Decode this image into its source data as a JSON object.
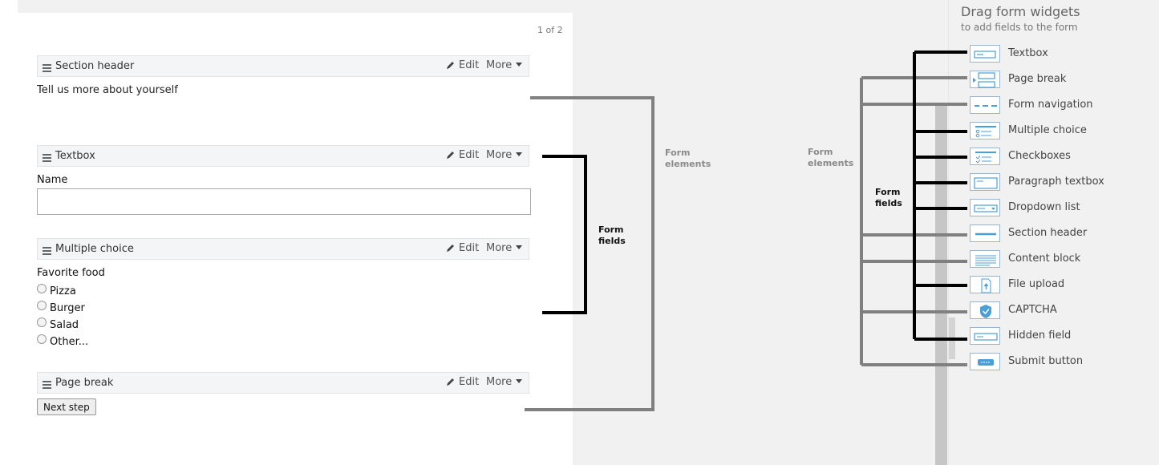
{
  "pager": "1 of 2",
  "fields": [
    {
      "title": "Section header",
      "edit": "Edit",
      "more": "More"
    },
    {
      "title": "Textbox",
      "edit": "Edit",
      "more": "More"
    },
    {
      "title": "Multiple choice",
      "edit": "Edit",
      "more": "More"
    },
    {
      "title": "Page break",
      "edit": "Edit",
      "more": "More"
    }
  ],
  "section_text": "Tell us more about yourself",
  "textbox": {
    "label": "Name",
    "value": "",
    "placeholder": ""
  },
  "multiple_choice": {
    "label": "Favorite food",
    "options": [
      "Pizza",
      "Burger",
      "Salad",
      "Other..."
    ]
  },
  "next_step_label": "Next step",
  "annotations": {
    "form_elements_left": [
      "Form",
      "elements"
    ],
    "form_fields_left": [
      "Form",
      "fields"
    ],
    "form_elements_right": [
      "Form",
      "elements"
    ],
    "form_fields_right": [
      "Form",
      "fields"
    ]
  },
  "palette": {
    "title": "Drag form widgets",
    "subtitle": "to add fields to the form",
    "widgets": [
      {
        "label": "Textbox",
        "icon": "textbox-icon"
      },
      {
        "label": "Page break",
        "icon": "page-break-icon"
      },
      {
        "label": "Form navigation",
        "icon": "form-navigation-icon"
      },
      {
        "label": "Multiple choice",
        "icon": "multiple-choice-icon"
      },
      {
        "label": "Checkboxes",
        "icon": "checkboxes-icon"
      },
      {
        "label": "Paragraph textbox",
        "icon": "paragraph-textbox-icon"
      },
      {
        "label": "Dropdown list",
        "icon": "dropdown-list-icon"
      },
      {
        "label": "Section header",
        "icon": "section-header-icon"
      },
      {
        "label": "Content block",
        "icon": "content-block-icon"
      },
      {
        "label": "File upload",
        "icon": "file-upload-icon"
      },
      {
        "label": "CAPTCHA",
        "icon": "captcha-icon"
      },
      {
        "label": "Hidden field",
        "icon": "hidden-field-icon"
      },
      {
        "label": "Submit button",
        "icon": "submit-button-icon"
      }
    ]
  },
  "colors": {
    "icon_blue": "#4a9fd8",
    "connector_gray": "#808080",
    "connector_black": "#000000"
  }
}
